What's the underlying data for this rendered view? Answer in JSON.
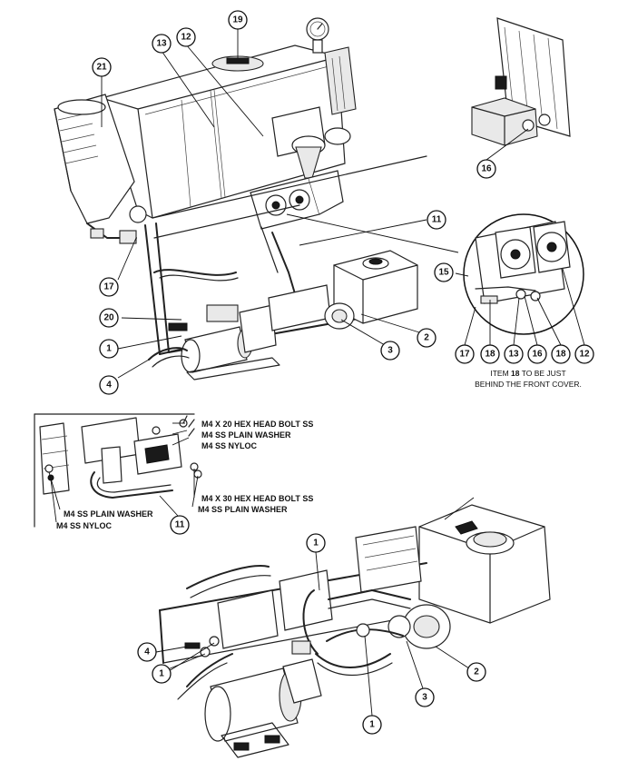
{
  "callouts": {
    "c21": "21",
    "c13": "13",
    "c12": "12",
    "c19": "19",
    "c16a": "16",
    "c11a": "11",
    "c15": "15",
    "c17a": "17",
    "c20": "20",
    "c1a": "1",
    "c4a": "4",
    "c3a": "3",
    "c2a": "2",
    "c17b": "17",
    "c18a": "18",
    "c13b": "13",
    "c16b": "16",
    "c18b": "18",
    "c12b": "12",
    "c11b": "11",
    "c1b": "1",
    "c2b": "2",
    "c4b": "4",
    "c1c": "1",
    "c3b": "3",
    "c1d": "1"
  },
  "detail_note": {
    "line1_prefix": "ITEM ",
    "line1_item": "18",
    "line1_suffix": " TO BE JUST",
    "line2": "BEHIND THE FRONT COVER."
  },
  "hardware": {
    "bolt_20": "M4 X 20 HEX HEAD BOLT SS",
    "washer_top": "M4 SS PLAIN WASHER",
    "nyloc_top": "M4 SS NYLOC",
    "bolt_30": "M4 X 30 HEX HEAD BOLT SS",
    "washer_mid": "M4 SS PLAIN WASHER",
    "washer_left": "M4 SS PLAIN WASHER",
    "nyloc_left": "M4 SS NYLOC"
  }
}
